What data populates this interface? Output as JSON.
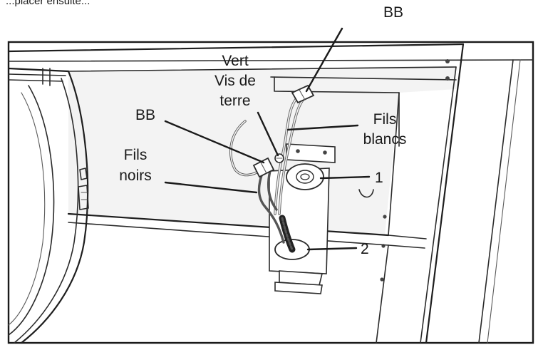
{
  "caption": "...placer ensuite...",
  "labels": {
    "bb_top": "BB",
    "vert_line1": "Vert",
    "vert_line2": "Vis de",
    "vert_line3": "terre",
    "bb_left": "BB",
    "fils_blancs_line1": "Fils",
    "fils_blancs_line2": "blancs",
    "fils_noirs_line1": "Fils",
    "fils_noirs_line2": "noirs",
    "num_1": "1",
    "num_2": "2"
  }
}
